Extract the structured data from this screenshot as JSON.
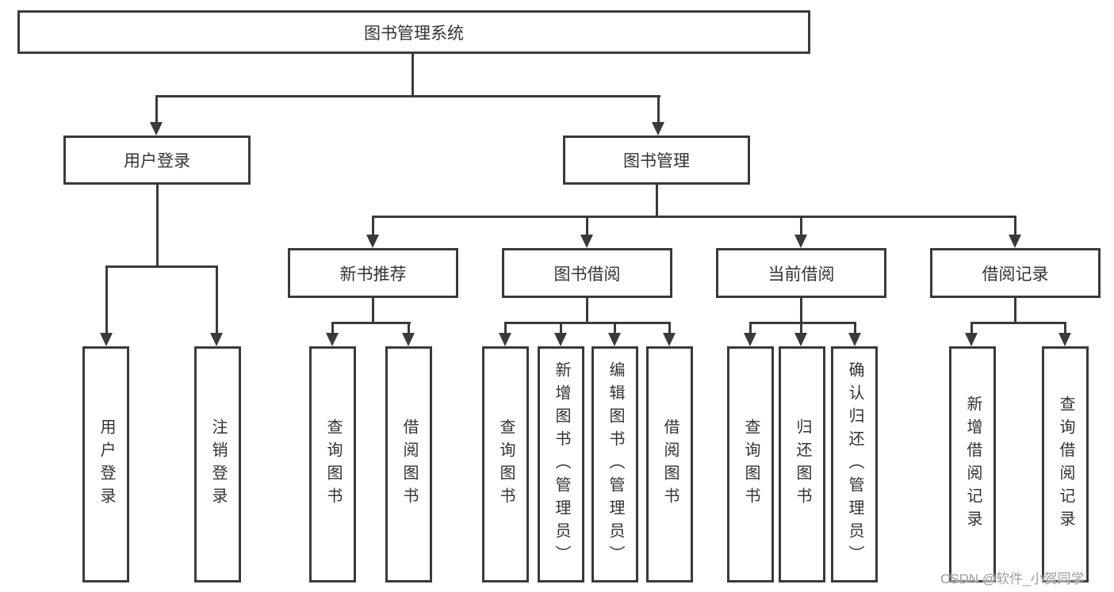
{
  "colors": {
    "line": "#3a3a3a",
    "text": "#333333",
    "watermark": "#9d9d9d",
    "bg": "#ffffff"
  },
  "tree": {
    "root": "图书管理系统",
    "children": [
      {
        "label": "用户登录",
        "children": [
          {
            "label": "用户登录"
          },
          {
            "label": "注销登录"
          }
        ]
      },
      {
        "label": "图书管理",
        "children": [
          {
            "label": "新书推荐",
            "children": [
              {
                "label": "查询图书"
              },
              {
                "label": "借阅图书"
              }
            ]
          },
          {
            "label": "图书借阅",
            "children": [
              {
                "label": "查询图书"
              },
              {
                "label": "新增图书（管理员）"
              },
              {
                "label": "编辑图书（管理员）"
              },
              {
                "label": "借阅图书"
              }
            ]
          },
          {
            "label": "当前借阅",
            "children": [
              {
                "label": "查询图书"
              },
              {
                "label": "归还图书"
              },
              {
                "label": "确认归还（管理员）"
              }
            ]
          },
          {
            "label": "借阅记录",
            "children": [
              {
                "label": "新增借阅记录"
              },
              {
                "label": "查询借阅记录"
              }
            ]
          }
        ]
      }
    ]
  },
  "watermark": {
    "text": "CSDN @软件_小贺同学"
  }
}
